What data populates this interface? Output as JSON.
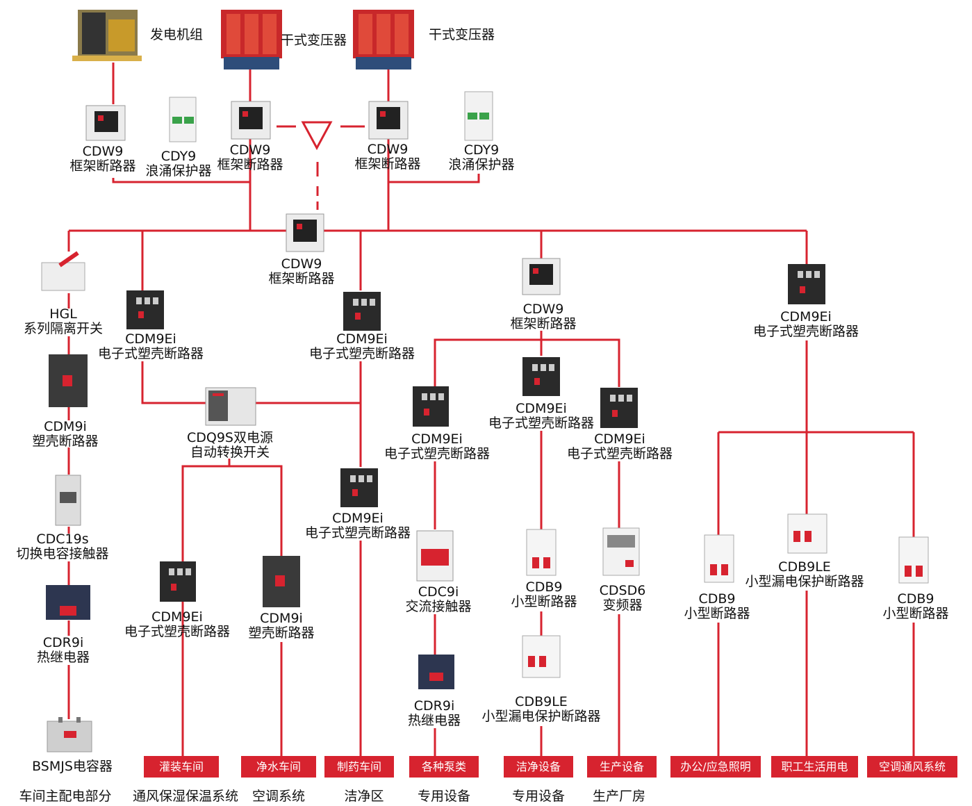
{
  "colors": {
    "wire": "#d7232f",
    "tag_bg": "#d7232f",
    "tag_text": "#ffffff",
    "label_text": "#111111"
  },
  "top": {
    "generator": "发电机组",
    "transformer_1": "干式变压器",
    "transformer_2": "干式变压器"
  },
  "nodes": {
    "cdw9_gen": {
      "model": "CDW9",
      "name": "框架断路器"
    },
    "cdy9_left": {
      "model": "CDY9",
      "name": "浪涌保护器"
    },
    "cdw9_t1": {
      "model": "CDW9",
      "name": "框架断路器"
    },
    "cdw9_t2": {
      "model": "CDW9",
      "name": "框架断路器"
    },
    "cdy9_right": {
      "model": "CDY9",
      "name": "浪涌保护器"
    },
    "cdw9_tie": {
      "model": "CDW9",
      "name": "框架断路器"
    },
    "hgl": {
      "model": "HGL",
      "name": "系列隔离开关"
    },
    "cdm9i_left": {
      "model": "CDM9i",
      "name": "塑壳断路器"
    },
    "cdc19s": {
      "model": "CDC19s",
      "name": "切换电容接触器"
    },
    "cdr9i_left": {
      "model": "CDR9i",
      "name": "热继电器"
    },
    "bsmjs": {
      "model": "BSMJS电容器",
      "name": ""
    },
    "cdm9ei_a": {
      "model": "CDM9Ei",
      "name": "电子式塑壳断路器"
    },
    "cdm9ei_b": {
      "model": "CDM9Ei",
      "name": "电子式塑壳断路器"
    },
    "cdq9s": {
      "model": "CDQ9S双电源",
      "name": "自动转换开关"
    },
    "cdm9ei_c": {
      "model": "CDM9Ei",
      "name": "电子式塑壳断路器"
    },
    "cdm9i_mid": {
      "model": "CDM9i",
      "name": "塑壳断路器"
    },
    "cdm9ei_d": {
      "model": "CDM9Ei",
      "name": "电子式塑壳断路器"
    },
    "cdw9_mid": {
      "model": "CDW9",
      "name": "框架断路器"
    },
    "cdm9ei_e": {
      "model": "CDM9Ei",
      "name": "电子式塑壳断路器"
    },
    "cdm9ei_f": {
      "model": "CDM9Ei",
      "name": "电子式塑壳断路器"
    },
    "cdm9ei_g": {
      "model": "CDM9Ei",
      "name": "电子式塑壳断路器"
    },
    "cdc9i": {
      "model": "CDC9i",
      "name": "交流接触器"
    },
    "cdr9i_mid": {
      "model": "CDR9i",
      "name": "热继电器"
    },
    "cdb9_mid": {
      "model": "CDB9",
      "name": "小型断路器"
    },
    "cdb9le_mid": {
      "model": "CDB9LE",
      "name": "小型漏电保护断路器"
    },
    "cdsd6": {
      "model": "CDSD6",
      "name": "变频器"
    },
    "cdm9ei_h": {
      "model": "CDM9Ei",
      "name": "电子式塑壳断路器"
    },
    "cdb9_r1": {
      "model": "CDB9",
      "name": "小型断路器"
    },
    "cdb9le_r": {
      "model": "CDB9LE",
      "name": "小型漏电保护断路器"
    },
    "cdb9_r2": {
      "model": "CDB9",
      "name": "小型断路器"
    }
  },
  "tags": [
    "灌装车间",
    "净水车间",
    "制药车间",
    "各种泵类",
    "洁净设备",
    "生产设备",
    "办公/应急照明",
    "职工生活用电",
    "空调通风系统"
  ],
  "zones": [
    "车间主配电部分",
    "通风保湿保温系统",
    "空调系统",
    "洁净区",
    "专用设备",
    "专用设备",
    "生产厂房"
  ]
}
